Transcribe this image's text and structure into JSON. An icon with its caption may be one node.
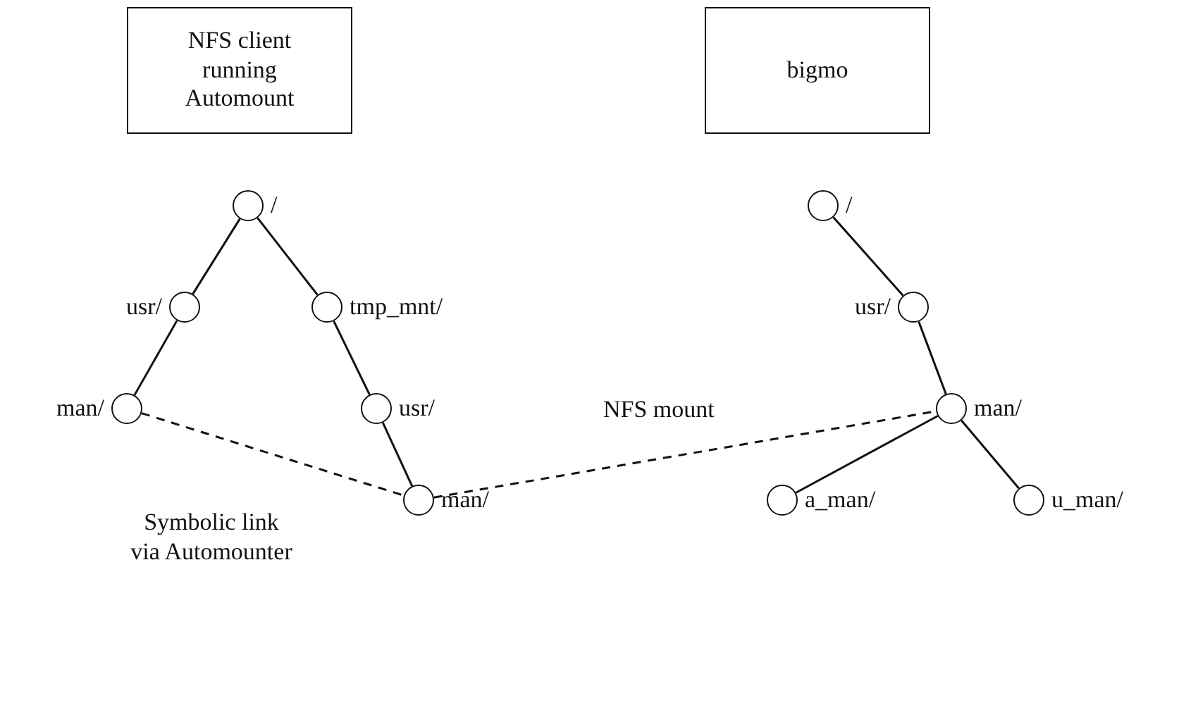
{
  "diagram": {
    "nodes": [
      {
        "text": [
          "NFS client running Automount"
        ]
      },
      {
        "text": [
          "bigmo"
        ]
      },
      {
        "text": [],
        "shape": "circle",
        "beside": [
          "/"
        ]
      },
      {
        "text": [],
        "shape": "circle",
        "beside": [
          "usr/"
        ]
      },
      {
        "text": [],
        "shape": "circle",
        "beside": [
          "tmp_mnt/"
        ]
      },
      {
        "text": [],
        "shape": "circle",
        "beside": [
          "man/"
        ]
      },
      {
        "text": [],
        "shape": "circle",
        "beside": [
          "usr/"
        ]
      },
      {
        "text": [],
        "shape": "circle",
        "beside": [
          "man/"
        ]
      },
      {
        "text": [],
        "shape": "circle",
        "beside": [
          "/"
        ]
      },
      {
        "text": [],
        "shape": "circle",
        "beside": [
          "usr/"
        ]
      },
      {
        "text": [],
        "shape": "circle",
        "beside": [
          "man/"
        ]
      },
      {
        "text": [],
        "shape": "circle",
        "beside": [
          "a_man/"
        ]
      },
      {
        "text": [],
        "shape": "circle",
        "beside": [
          "u_man/"
        ]
      }
    ],
    "edges": [
      {
        "from": 2,
        "to": 3,
        "arrow": "none"
      },
      {
        "from": 2,
        "to": 4,
        "arrow": "none"
      },
      {
        "from": 3,
        "to": 5,
        "arrow": "none"
      },
      {
        "from": 4,
        "to": 6,
        "arrow": "none"
      },
      {
        "from": 6,
        "to": 7,
        "arrow": "none"
      },
      {
        "from": 5,
        "to": 7,
        "arrow": "none",
        "style": "dashed"
      },
      {
        "from": 7,
        "to": 10,
        "arrow": "none",
        "style": "dashed",
        "label": "NFS mount"
      },
      {
        "from": 8,
        "to": 9,
        "arrow": "none"
      },
      {
        "from": 9,
        "to": 10,
        "arrow": "none"
      },
      {
        "from": 10,
        "to": 11,
        "arrow": "none"
      },
      {
        "from": 10,
        "to": 12,
        "arrow": "none"
      }
    ],
    "labels": [
      "Symbolic link via Automounter"
    ]
  }
}
